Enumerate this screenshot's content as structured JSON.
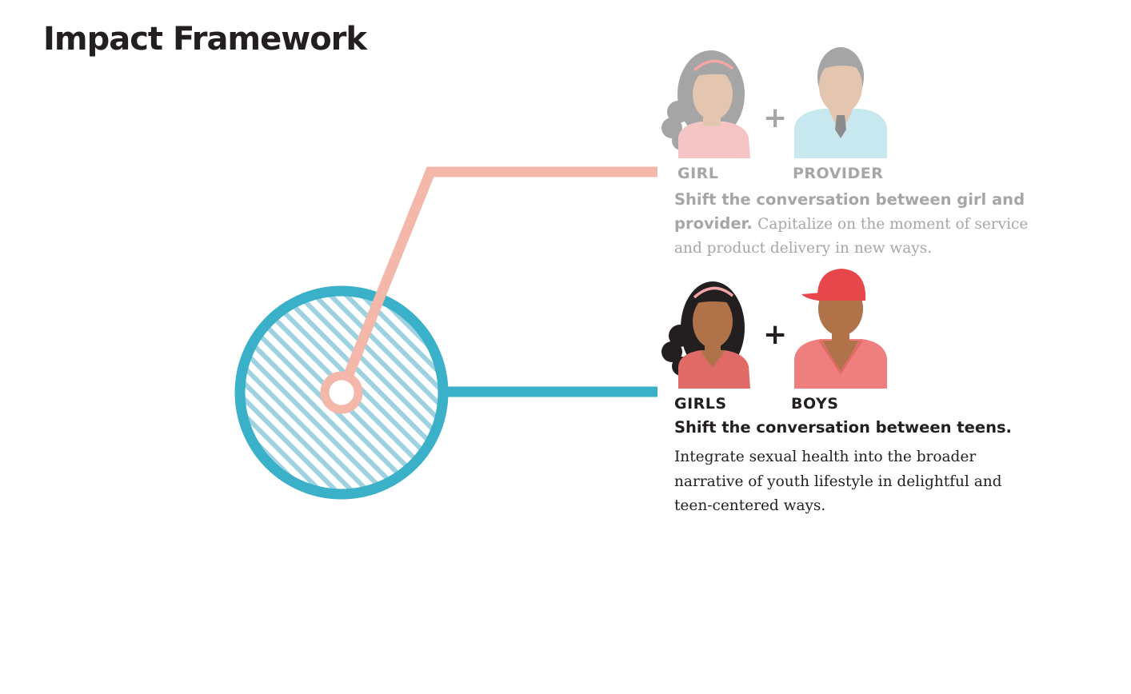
{
  "title": "Impact Framework",
  "top_group": {
    "person_a_label": "GIRL",
    "person_b_label": "PROVIDER",
    "plus": "+",
    "lead": "Shift the conversation between girl and provider.",
    "body": "Capitalize on the moment of service and product delivery in new ways."
  },
  "bottom_group": {
    "person_a_label": "GIRLS",
    "person_b_label": "BOYS",
    "plus": "+",
    "lead": "Shift the conversation between teens.",
    "body": "Integrate sexual health into the broader narrative of youth lifestyle in delightful and teen-centered ways."
  },
  "colors": {
    "peach": "#f4b8aa",
    "teal": "#3ab0c9",
    "hatch": "#9fd2e1",
    "muted_text": "#a6a6a6",
    "dark_text": "#231f20",
    "coral": "#ec7b7b",
    "red_cap": "#e6474b"
  }
}
